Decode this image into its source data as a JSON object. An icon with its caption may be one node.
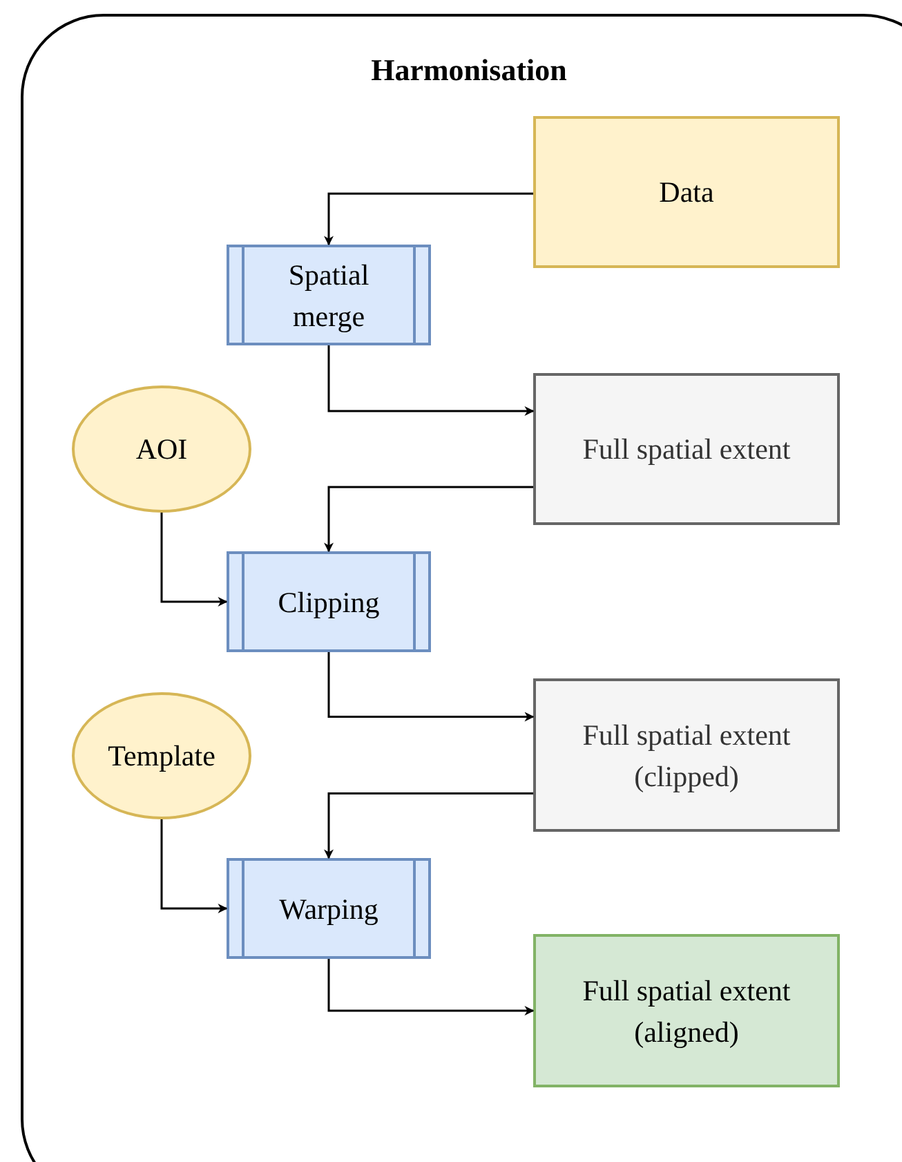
{
  "diagram": {
    "nodes": [
      {
        "text": [
          "Harmonisation"
        ]
      },
      {
        "text": [
          "Data"
        ],
        "in": 0
      },
      {
        "text": [
          "Spatial merge"
        ],
        "in": 0
      },
      {
        "text": [
          "Full spatial extent"
        ],
        "in": 0
      },
      {
        "text": [
          "AOI"
        ],
        "in": 0
      },
      {
        "text": [
          "Clipping"
        ],
        "in": 0
      },
      {
        "text": [
          "Full spatial extent (clipped)"
        ],
        "in": 0
      },
      {
        "text": [
          "Template"
        ],
        "in": 0
      },
      {
        "text": [
          "Warping"
        ],
        "in": 0
      },
      {
        "text": [
          "Full spatial extent (aligned)"
        ],
        "in": 0
      }
    ],
    "edges": [
      {
        "from": 1,
        "to": 2,
        "arrow": "to"
      },
      {
        "from": 2,
        "to": 3,
        "arrow": "to"
      },
      {
        "from": 3,
        "to": 5,
        "arrow": "to"
      },
      {
        "from": 4,
        "to": 5,
        "arrow": "to"
      },
      {
        "from": 5,
        "to": 6,
        "arrow": "to"
      },
      {
        "from": 6,
        "to": 8,
        "arrow": "to"
      },
      {
        "from": 7,
        "to": 8,
        "arrow": "to"
      },
      {
        "from": 8,
        "to": 9,
        "arrow": "to"
      }
    ]
  }
}
